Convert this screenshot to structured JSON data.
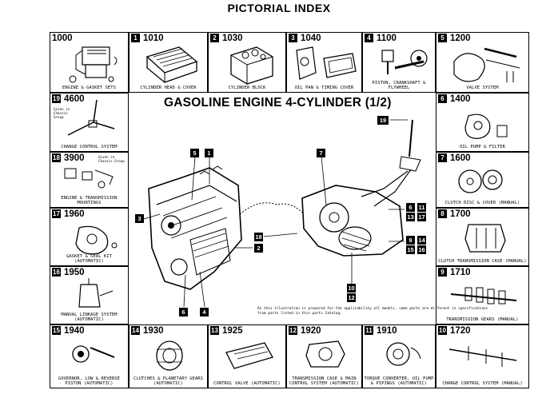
{
  "page_title": "PICTORIAL INDEX",
  "main_title": "GASOLINE ENGINE 4-CYLINDER (1/2)",
  "note": "As this illustration is prepared for the applicability all models, some parts are different in specifications from parts listed in this parts Catalog.",
  "cells": {
    "c1000": {
      "code": "1000",
      "caption": "ENGINE & GASKET SETS"
    },
    "c1010": {
      "num": "1",
      "code": "1010",
      "caption": "CYLINDER HEAD & COVER"
    },
    "c1030": {
      "num": "2",
      "code": "1030",
      "caption": "CYLINDER BLOCK"
    },
    "c1040": {
      "num": "3",
      "code": "1040",
      "caption": "OIL PAN & TIMING COVER"
    },
    "c1100": {
      "num": "4",
      "code": "1100",
      "caption": "PISTON, CRANKSHAFT & FLYWHEEL"
    },
    "c1200": {
      "num": "5",
      "code": "1200",
      "caption": "VALVE SYSTEM"
    },
    "c4600": {
      "num": "19",
      "code": "4600",
      "caption": "CHANGE CONTROL SYSTEM",
      "side": "Given in Chassis Group"
    },
    "c1400": {
      "num": "6",
      "code": "1400",
      "caption": "OIL PUMP & FILTER"
    },
    "c3900": {
      "num": "18",
      "code": "3900",
      "caption": "ENGINE & TRANSMISSION MOUNTINGS",
      "side": "Given in Chassis Group"
    },
    "c1600": {
      "num": "7",
      "code": "1600",
      "caption": "CLUTCH DISC & COVER (MANUAL)"
    },
    "c1960": {
      "num": "17",
      "code": "1960",
      "caption": "GASKET & SEAL KIT (AUTOMATIC)"
    },
    "c1700": {
      "num": "8",
      "code": "1700",
      "caption": "CLUTCH TRANSMISSION CASE (MANUAL)"
    },
    "c1950": {
      "num": "16",
      "code": "1950",
      "caption": "MANUAL LINKAGE SYSTEM (AUTOMATIC)"
    },
    "c1710": {
      "num": "9",
      "code": "1710",
      "caption": "TRANSMISSION GEARS (MANUAL)"
    },
    "c1940": {
      "num": "15",
      "code": "1940",
      "caption": "GOVERNOR, LOW & REVERSE PISTON (AUTOMATIC)"
    },
    "c1930": {
      "num": "14",
      "code": "1930",
      "caption": "CLUTCHES & PLANETARY GEARS (AUTOMATIC)"
    },
    "c1925": {
      "num": "13",
      "code": "1925",
      "caption": "CONTROL VALVE (AUTOMATIC)"
    },
    "c1920": {
      "num": "12",
      "code": "1920",
      "caption": "TRANSMISSION CASE & MAIN CONTROL SYSTEM (AUTOMATIC)"
    },
    "c1910": {
      "num": "11",
      "code": "1910",
      "caption": "TORQUE CONVERTER, OIL PUMP & PIPINGS (AUTOMATIC)"
    },
    "c1720": {
      "num": "10",
      "code": "1720",
      "caption": "CHANGE CONTROL SYSTEM (MANUAL)"
    }
  },
  "callouts": {
    "a5": "5",
    "a1": "1",
    "a3": "3",
    "a2": "2",
    "a18": "18",
    "a6": "6",
    "a4": "4",
    "a7": "7",
    "a19": "19",
    "a6b": "6",
    "a11": "11",
    "a13": "13",
    "a17": "17",
    "a9": "9",
    "a14": "14",
    "a15": "15",
    "a16": "16",
    "a10": "10",
    "a12": "12"
  }
}
